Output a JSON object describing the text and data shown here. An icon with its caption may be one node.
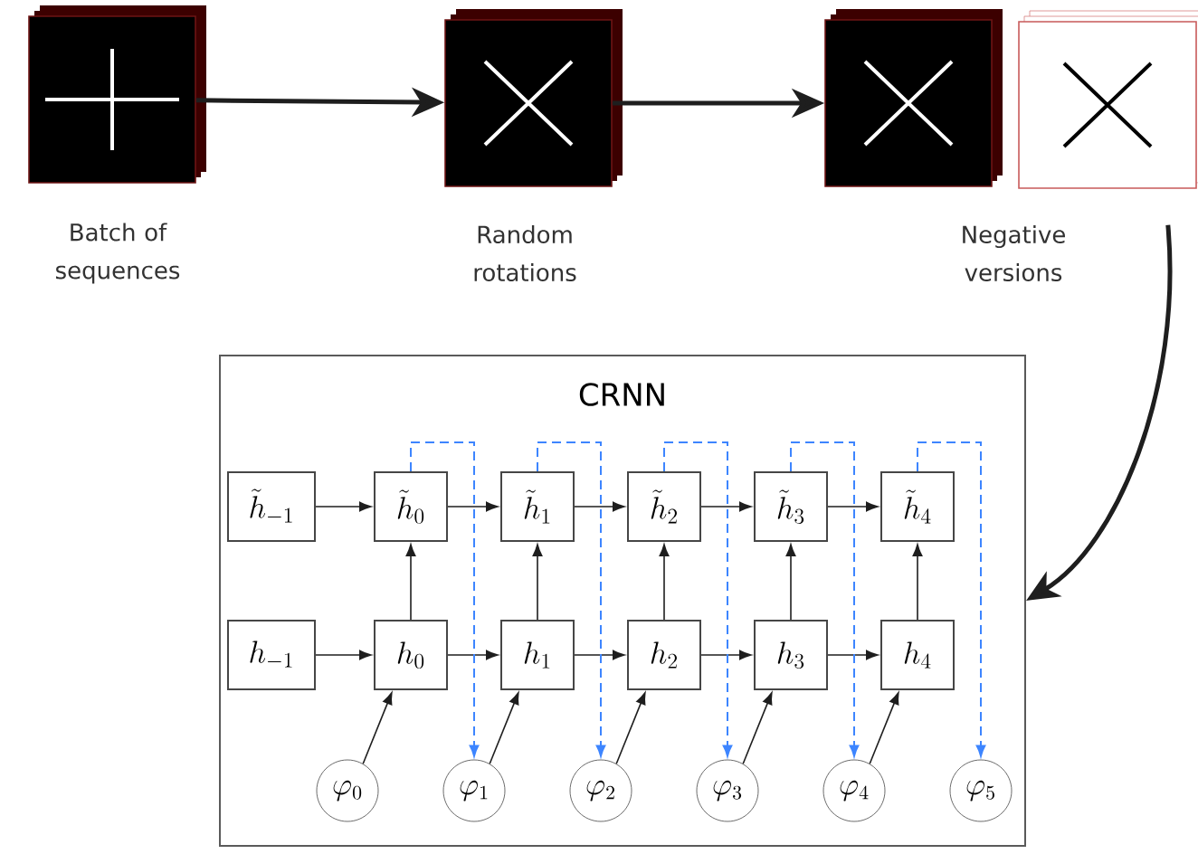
{
  "diagram": {
    "nodes": [
      {
        "text": [],
        "shape": "picture",
        "beside": [
          "Batch of sequences"
        ]
      },
      {
        "text": [],
        "shape": "picture",
        "beside": [
          "Random rotations"
        ]
      },
      {
        "text": [],
        "shape": "picture",
        "beside": [
          "Negative versions"
        ]
      },
      {
        "text": [],
        "shape": "picture"
      },
      {
        "text": [
          "CRNN"
        ]
      },
      {
        "text": [
          "\\tilde{h}_{-1}"
        ],
        "in": 4
      },
      {
        "text": [
          "\\tilde{h}_{0}"
        ],
        "in": 4
      },
      {
        "text": [
          "\\tilde{h}_{1}"
        ],
        "in": 4
      },
      {
        "text": [
          "\\tilde{h}_{2}"
        ],
        "in": 4
      },
      {
        "text": [
          "\\tilde{h}_{3}"
        ],
        "in": 4
      },
      {
        "text": [
          "\\tilde{h}_{4}"
        ],
        "in": 4
      },
      {
        "text": [
          "h_{-1}"
        ],
        "in": 4
      },
      {
        "text": [
          "h_{0}"
        ],
        "in": 4
      },
      {
        "text": [
          "h_{1}"
        ],
        "in": 4
      },
      {
        "text": [
          "h_{2}"
        ],
        "in": 4
      },
      {
        "text": [
          "h_{3}"
        ],
        "in": 4
      },
      {
        "text": [
          "h_{4}"
        ],
        "in": 4
      },
      {
        "text": [
          "\\varphi_{0}"
        ],
        "in": 4
      },
      {
        "text": [
          "\\varphi_{1}"
        ],
        "in": 4
      },
      {
        "text": [
          "\\varphi_{2}"
        ],
        "in": 4
      },
      {
        "text": [
          "\\varphi_{3}"
        ],
        "in": 4
      },
      {
        "text": [
          "\\varphi_{4}"
        ],
        "in": 4
      },
      {
        "text": [
          "\\varphi_{5}"
        ],
        "in": 4
      }
    ],
    "edges": [
      {
        "from": 0,
        "to": 1,
        "arrow": "to",
        "style": "thick"
      },
      {
        "from": 1,
        "to": 2,
        "arrow": "to",
        "style": "thick"
      },
      {
        "from": 3,
        "to": 4,
        "arrow": "to",
        "style": "thick"
      },
      {
        "from": 5,
        "to": 6,
        "arrow": "to"
      },
      {
        "from": 6,
        "to": 7,
        "arrow": "to"
      },
      {
        "from": 7,
        "to": 8,
        "arrow": "to"
      },
      {
        "from": 8,
        "to": 9,
        "arrow": "to"
      },
      {
        "from": 9,
        "to": 10,
        "arrow": "to"
      },
      {
        "from": 11,
        "to": 12,
        "arrow": "to"
      },
      {
        "from": 12,
        "to": 13,
        "arrow": "to"
      },
      {
        "from": 13,
        "to": 14,
        "arrow": "to"
      },
      {
        "from": 14,
        "to": 15,
        "arrow": "to"
      },
      {
        "from": 15,
        "to": 16,
        "arrow": "to"
      },
      {
        "from": 12,
        "to": 6,
        "arrow": "to"
      },
      {
        "from": 13,
        "to": 7,
        "arrow": "to"
      },
      {
        "from": 14,
        "to": 8,
        "arrow": "to"
      },
      {
        "from": 15,
        "to": 9,
        "arrow": "to"
      },
      {
        "from": 16,
        "to": 10,
        "arrow": "to"
      },
      {
        "from": 17,
        "to": 12,
        "arrow": "to"
      },
      {
        "from": 18,
        "to": 13,
        "arrow": "to"
      },
      {
        "from": 19,
        "to": 14,
        "arrow": "to"
      },
      {
        "from": 20,
        "to": 15,
        "arrow": "to"
      },
      {
        "from": 21,
        "to": 16,
        "arrow": "to"
      },
      {
        "from": 6,
        "to": 18,
        "arrow": "to",
        "style": "dashed",
        "color": "#3d85ff"
      },
      {
        "from": 7,
        "to": 19,
        "arrow": "to",
        "style": "dashed",
        "color": "#3d85ff"
      },
      {
        "from": 8,
        "to": 20,
        "arrow": "to",
        "style": "dashed",
        "color": "#3d85ff"
      },
      {
        "from": 9,
        "to": 21,
        "arrow": "to",
        "style": "dashed",
        "color": "#3d85ff"
      },
      {
        "from": 10,
        "to": 22,
        "arrow": "to",
        "style": "dashed",
        "color": "#3d85ff"
      }
    ]
  }
}
